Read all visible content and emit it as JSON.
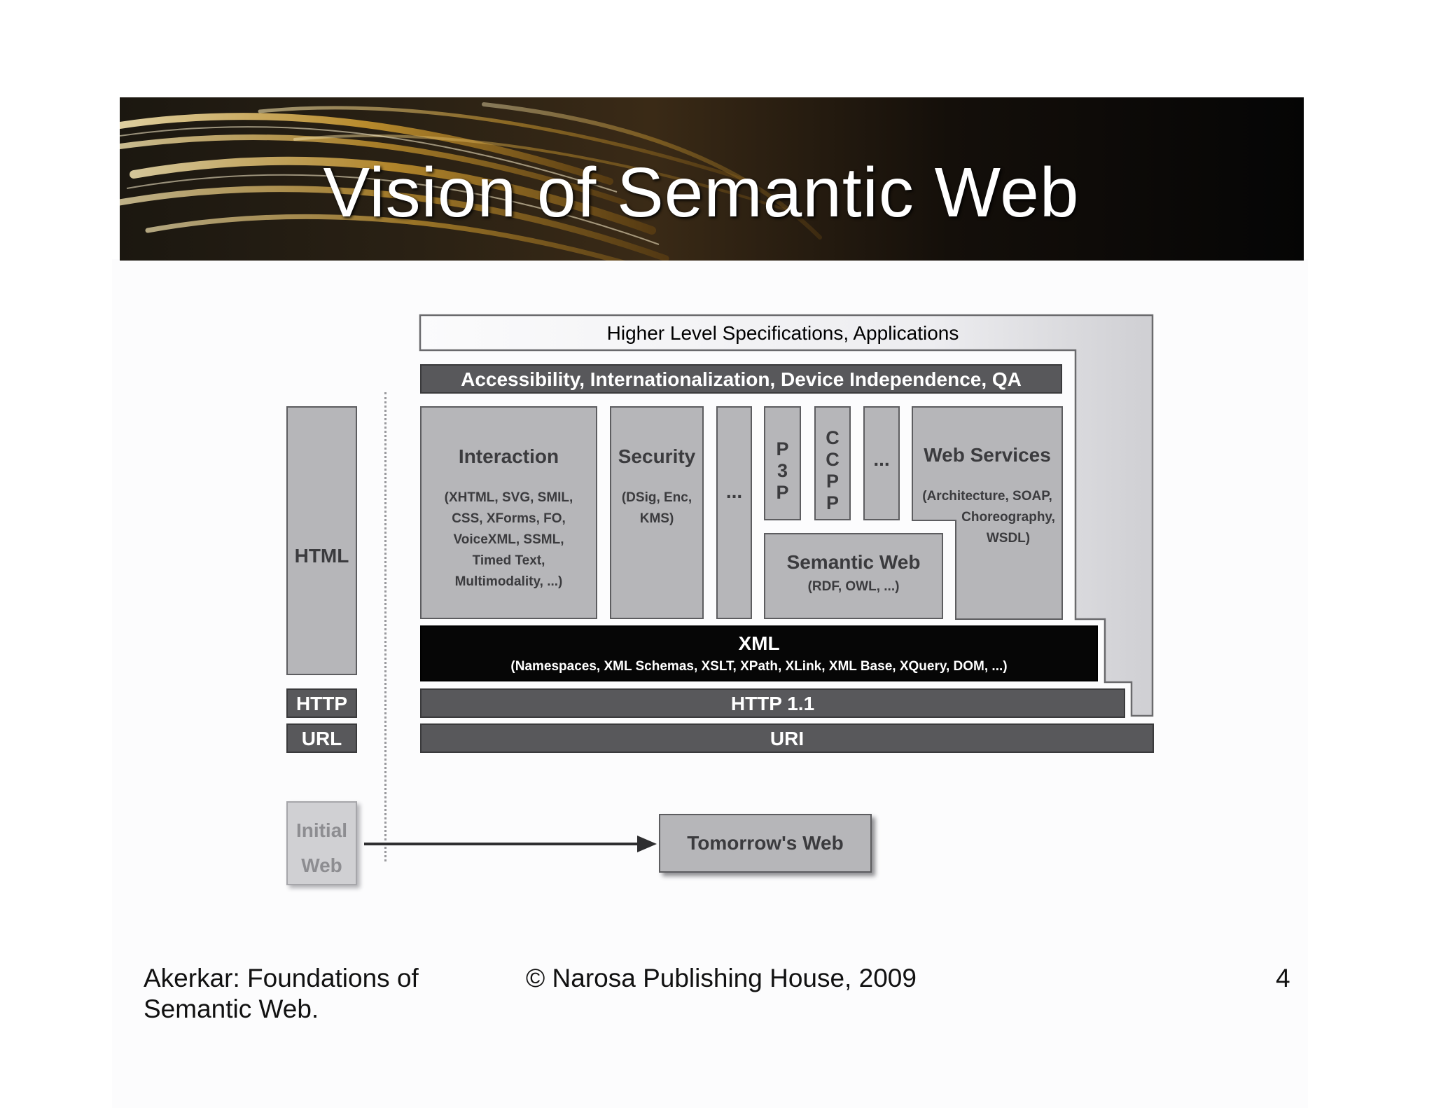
{
  "slide": {
    "title": "Vision of Semantic Web",
    "footer": {
      "left": [
        "Akerkar: Foundations of",
        "Semantic Web."
      ],
      "center": "© Narosa Publishing House, 2009",
      "page": "4"
    }
  },
  "diagram": {
    "higher": "Higher Level Specifications, Applications",
    "access": "Accessibility, Internationalization, Device Independence, QA",
    "interaction": {
      "title": "Interaction",
      "lines": [
        "(XHTML, SVG, SMIL,",
        "CSS, XForms, FO,",
        "VoiceXML, SSML,",
        "Timed Text,",
        "Multimodality, ...)"
      ]
    },
    "security": {
      "title": "Security",
      "lines": [
        "(DSig, Enc,",
        "KMS)"
      ]
    },
    "ellipsis": "...",
    "p3p": "P\n3\nP",
    "ccpp": "C\nC\nP\nP",
    "webservices": {
      "title": "Web Services",
      "lines": [
        "(Architecture, SOAP,",
        "Choreography,",
        "WSDL)"
      ]
    },
    "semweb": {
      "title": "Semantic Web",
      "sub": "(RDF, OWL, ...)"
    },
    "xml": {
      "title": "XML",
      "sub": "(Namespaces, XML Schemas, XSLT, XPath, XLink, XML Base, XQuery, DOM, ...)"
    },
    "http11": "HTTP 1.1",
    "uri": "URI",
    "html": "HTML",
    "http": "HTTP",
    "url": "URL",
    "initial": [
      "Initial",
      "Web"
    ],
    "tomorrow": "Tomorrow's Web"
  }
}
